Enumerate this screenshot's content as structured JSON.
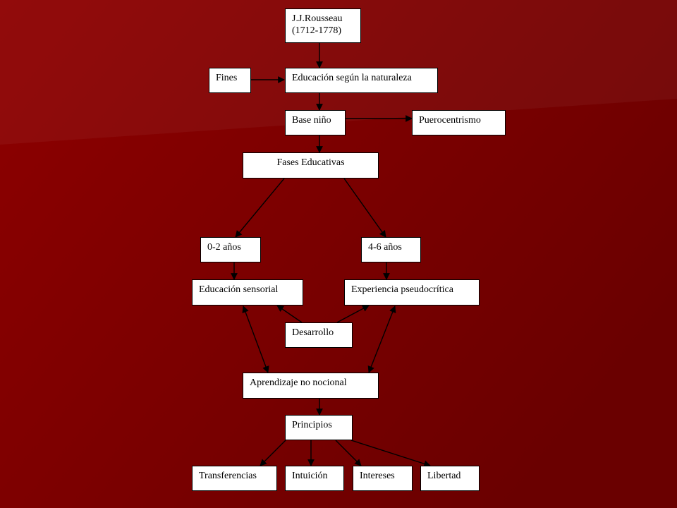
{
  "diagram": {
    "nodes": {
      "rousseau": {
        "line1": "J.J.Rousseau",
        "line2": "(1712-1778)"
      },
      "fines": "Fines",
      "educacion_naturaleza": "Educación según la naturaleza",
      "base_nino": "Base niño",
      "puerocentrismo": "Puerocentrismo",
      "fases_educativas": "Fases Educativas",
      "edad_0_2": "0-2 años",
      "edad_4_6": "4-6 años",
      "educacion_sensorial": "Educación sensorial",
      "experiencia_pseudocritica": "Experiencia  pseudocrítica",
      "desarrollo": "Desarrollo",
      "aprendizaje_no_nocional": "Aprendizaje no nocional",
      "principios": "Principios",
      "transferencias": "Transferencias",
      "intuicion": "Intuición",
      "intereses": "Intereses",
      "libertad": "Libertad"
    },
    "edges": [
      {
        "from": "rousseau",
        "to": "educacion_naturaleza"
      },
      {
        "from": "fines",
        "to": "educacion_naturaleza"
      },
      {
        "from": "educacion_naturaleza",
        "to": "base_nino"
      },
      {
        "from": "base_nino",
        "to": "puerocentrismo"
      },
      {
        "from": "base_nino",
        "to": "fases_educativas"
      },
      {
        "from": "fases_educativas",
        "to": "edad_0_2"
      },
      {
        "from": "fases_educativas",
        "to": "edad_4_6"
      },
      {
        "from": "edad_0_2",
        "to": "educacion_sensorial"
      },
      {
        "from": "edad_4_6",
        "to": "experiencia_pseudocritica"
      },
      {
        "from": "desarrollo",
        "to": "educacion_sensorial"
      },
      {
        "from": "desarrollo",
        "to": "experiencia_pseudocritica"
      },
      {
        "from": "educacion_sensorial",
        "to": "aprendizaje_no_nocional",
        "bidirectional": true
      },
      {
        "from": "experiencia_pseudocritica",
        "to": "aprendizaje_no_nocional",
        "bidirectional": true
      },
      {
        "from": "aprendizaje_no_nocional",
        "to": "principios"
      },
      {
        "from": "principios",
        "to": "transferencias"
      },
      {
        "from": "principios",
        "to": "intuicion"
      },
      {
        "from": "principios",
        "to": "intereses"
      },
      {
        "from": "principios",
        "to": "libertad"
      }
    ]
  },
  "colors": {
    "background": "#720000",
    "background_highlight": "#8c0000",
    "node_fill": "#ffffff",
    "node_border": "#000000",
    "edge": "#000000"
  }
}
